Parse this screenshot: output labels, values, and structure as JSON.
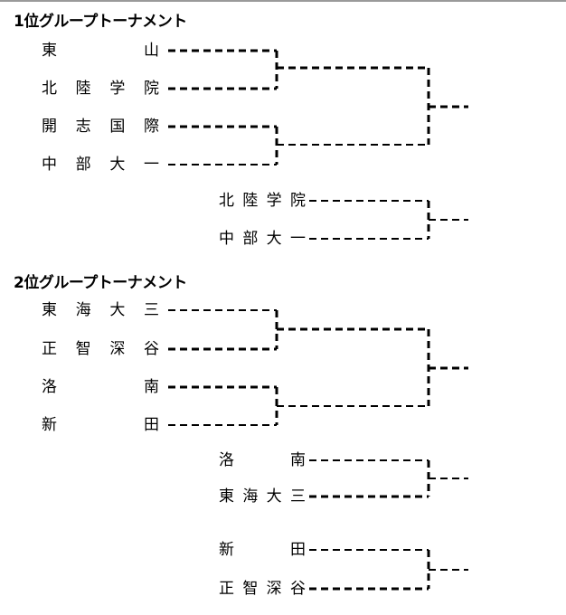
{
  "tournament1": {
    "title": "1位グループトーナメント",
    "round1": [
      "東山",
      "北陸学院",
      "開志国際",
      "中部大一"
    ],
    "final": [
      "北陸学院",
      "中部大一"
    ]
  },
  "tournament2": {
    "title": "2位グループトーナメント",
    "round1": [
      "東海大三",
      "正智深谷",
      "洛南",
      "新田"
    ],
    "semi_a": [
      "洛南",
      "東海大三"
    ],
    "semi_b": [
      "新田",
      "正智深谷"
    ]
  }
}
